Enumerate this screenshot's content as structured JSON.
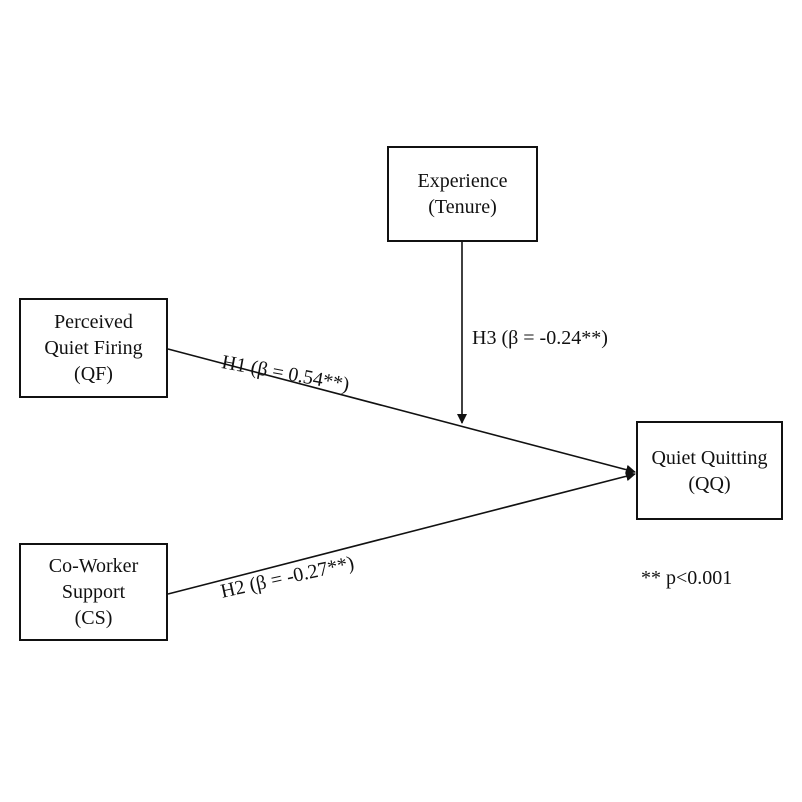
{
  "nodes": {
    "experience": [
      "Experience",
      "(Tenure)"
    ],
    "quiet_firing": [
      "Perceived",
      "Quiet Firing",
      "(QF)"
    ],
    "coworker_support": [
      "Co-Worker",
      "Support",
      "(CS)"
    ],
    "quiet_quitting": [
      "Quiet Quitting",
      "(QQ)"
    ]
  },
  "paths": {
    "h1": "H1 (β = 0.54**)",
    "h2": "H2 (β = -0.27**)",
    "h3": "H3 (β = -0.24**)"
  },
  "note": "** p<0.001"
}
